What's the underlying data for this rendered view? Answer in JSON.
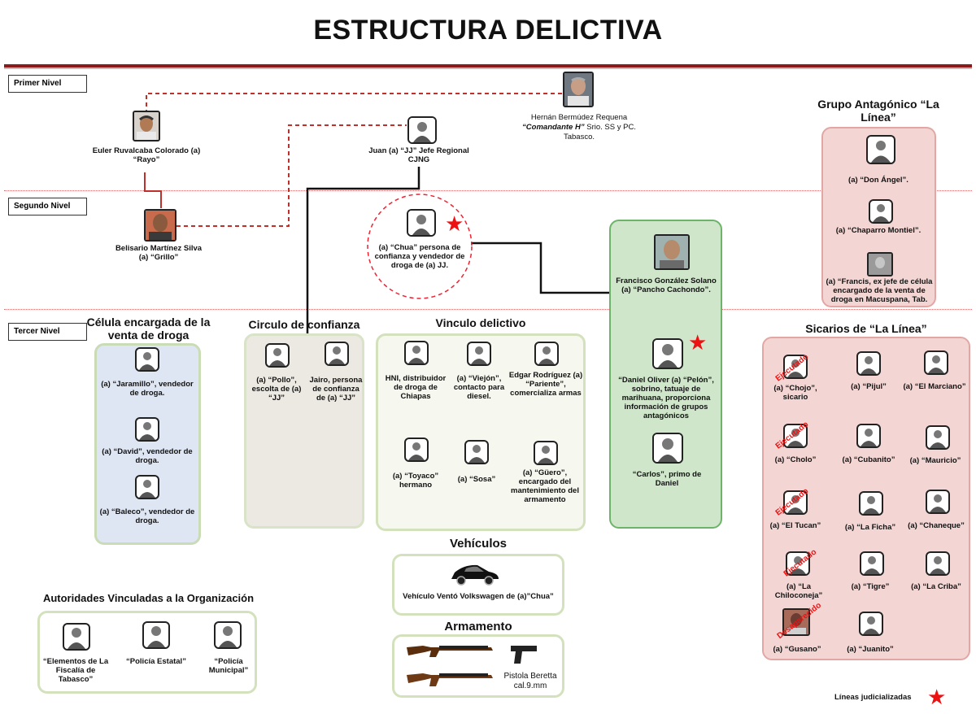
{
  "title": "ESTRUCTURA DELICTIVA",
  "levels": {
    "primer": "Primer Nivel",
    "segundo": "Segundo Nivel",
    "tercer": "Tercer Nivel"
  },
  "people": {
    "euler": "Euler Ruvalcaba Colorado  (a) “Rayo”",
    "hernan_name": "Hernán  Bermúdez Requena",
    "hernan_alias": "“Comandante H”",
    "hernan_role": " Srio. SS y PC. Tabasco.",
    "juan": "Juan (a) “JJ” Jefe Regional CJNG",
    "belisario": "Belisario Martínez Silva (a) “Grillo”",
    "chua": "(a) “Chua” persona de confianza y vendedor de droga de (a) JJ.",
    "francisco": "Francisco González Solano (a) “Pancho Cachondo”.",
    "daniel": "“Daniel Oliver (a) “Pelón”, sobrino, tatuaje de marihuana, proporciona información de grupos antagónicos",
    "carlos": "“Carlos”, primo de Daniel"
  },
  "sections": {
    "celula": {
      "title": "Célula encargada de la venta de droga",
      "members": [
        "(a) “Jaramillo”, vendedor de droga.",
        "(a) “David”, vendedor de droga.",
        "(a) “Baleco”, vendedor de droga."
      ]
    },
    "circulo": {
      "title": "Circulo de confianza",
      "members": [
        "(a) “Pollo”, escolta de (a) “JJ”",
        "Jairo, persona de confianza de (a) “JJ”"
      ]
    },
    "vinculo": {
      "title": "Vinculo delictivo",
      "members": [
        "HNI, distribuidor de droga de Chiapas",
        "(a) “Viejón”, contacto para diesel.",
        "Edgar Rodríguez (a) “Pariente”, comercializa armas",
        "(a) “Toyaco” hermano",
        "(a) “Sosa”",
        "(a) “Güero”, encargado del mantenimiento del armamento"
      ]
    },
    "grupo": {
      "title": "Grupo Antagónico “La Línea”",
      "members": [
        "(a) “Don Ángel”.",
        "(a) “Chaparro Montiel”.",
        "(a) “Francis, ex jefe de célula encargado de la venta de droga  en Macuspana, Tab."
      ]
    },
    "sicarios": {
      "title": "Sicarios de “La Línea”",
      "members": [
        "(a) “Chojo”, sicario",
        "(a) “Pijul”",
        "(a) “El Marciano”",
        "(a) “Cholo”",
        "(a) “Cubanito”",
        "(a) “Mauricio”",
        "(a) “El Tucan”",
        "(a) “La Ficha”",
        "(a) “Chaneque”",
        "(a) “La Chiloconeja”",
        "(a) “Tigre”",
        "(a) “La Criba”",
        "(a) “Gusano”",
        "(a) “Juanito”"
      ],
      "executed": "Ejecutado",
      "missing": "Desaparecido"
    },
    "vehiculos": {
      "title": "Vehículos",
      "caption": "Vehículo Ventó Volkswagen de (a)”Chua”"
    },
    "armamento": {
      "title": "Armamento",
      "caption": "Pistola Beretta cal.9.mm"
    },
    "autoridades": {
      "title": "Autoridades Vinculadas a la Organización",
      "members": [
        "“Elementos de La Fiscalía de Tabasco”",
        "“Policía Estatal”",
        "“Policía Municipal”"
      ]
    }
  },
  "legend": "Líneas judicializadas",
  "colors": {
    "red_line": "#c0302a",
    "star": "#e11111",
    "header_bar": "#8b1a1a"
  }
}
